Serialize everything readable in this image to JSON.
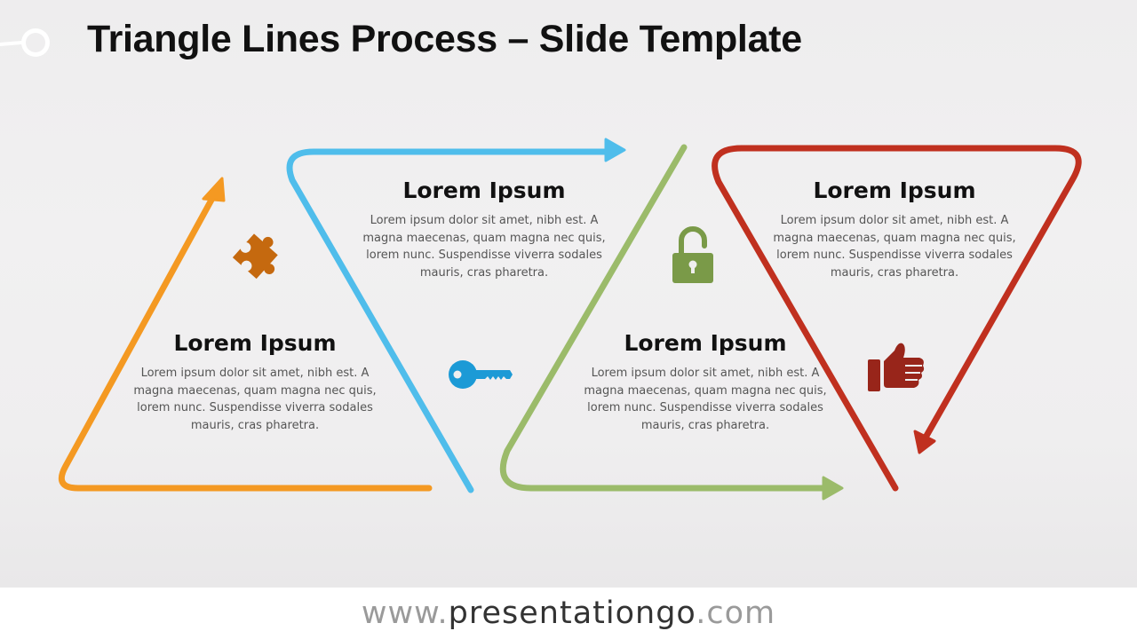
{
  "slide": {
    "title": "Triangle Lines Process – Slide Template"
  },
  "steps": [
    {
      "heading": "Lorem Ipsum",
      "body": "Lorem ipsum dolor sit amet, nibh est. A magna maecenas, quam magna nec quis, lorem nunc. Suspendisse viverra sodales mauris, cras pharetra.",
      "color": "#F49922",
      "icon": "puzzle-icon",
      "icon_color": "#C5690F"
    },
    {
      "heading": "Lorem Ipsum",
      "body": "Lorem ipsum dolor sit amet, nibh est. A magna maecenas, quam magna nec quis, lorem nunc. Suspendisse viverra sodales mauris, cras pharetra.",
      "color": "#4FBDEB",
      "icon": "key-icon",
      "icon_color": "#1C9AD6"
    },
    {
      "heading": "Lorem Ipsum",
      "body": "Lorem ipsum dolor sit amet, nibh est. A magna maecenas, quam magna nec quis, lorem nunc. Suspendisse viverra sodales mauris, cras pharetra.",
      "color": "#9BBB6A",
      "icon": "unlocked-padlock-icon",
      "icon_color": "#7A9A48"
    },
    {
      "heading": "Lorem Ipsum",
      "body": "Lorem ipsum dolor sit amet, nibh est. A magna maecenas, quam magna nec quis, lorem nunc. Suspendisse viverra sodales mauris, cras pharetra.",
      "color": "#C0301F",
      "icon": "thumbs-up-icon",
      "icon_color": "#98251A"
    }
  ],
  "footer": {
    "prefix": "www.",
    "domain": "presentationgo",
    "suffix": ".com"
  }
}
